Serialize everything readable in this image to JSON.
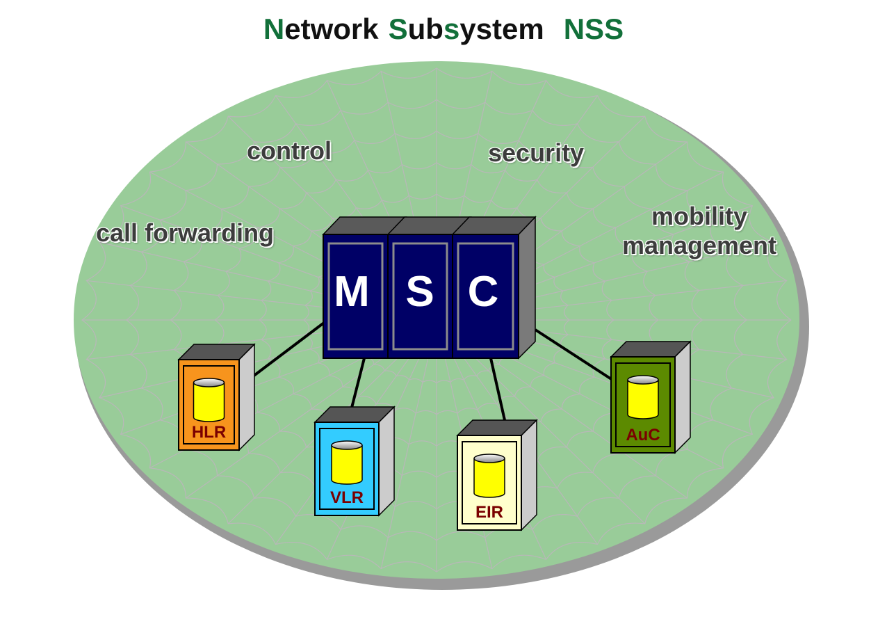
{
  "title": {
    "w1_cap": "N",
    "w1_rest": "etwork",
    "w2_cap": "S",
    "w2_mid": "ub",
    "w2_cap2": "s",
    "w2_rest": "ystem",
    "w3": "NSS"
  },
  "functions": {
    "control": "control",
    "security": "security",
    "call_forwarding": "call forwarding",
    "mobility_line1": "mobility",
    "mobility_line2": "management"
  },
  "msc": {
    "letters": [
      "M",
      "S",
      "C"
    ]
  },
  "nodes": [
    {
      "id": "hlr",
      "label": "HLR",
      "color": "#f7941d"
    },
    {
      "id": "vlr",
      "label": "VLR",
      "color": "#33ccff"
    },
    {
      "id": "eir",
      "label": "EIR",
      "color": "#ffffcc"
    },
    {
      "id": "auc",
      "label": "AuC",
      "color": "#5c8a00"
    }
  ],
  "colors": {
    "ellipse": "#99cc99",
    "msc_body": "#000066",
    "cylinder": "#ffff00",
    "node_text": "#7a0000",
    "title_accent": "#12703a"
  }
}
